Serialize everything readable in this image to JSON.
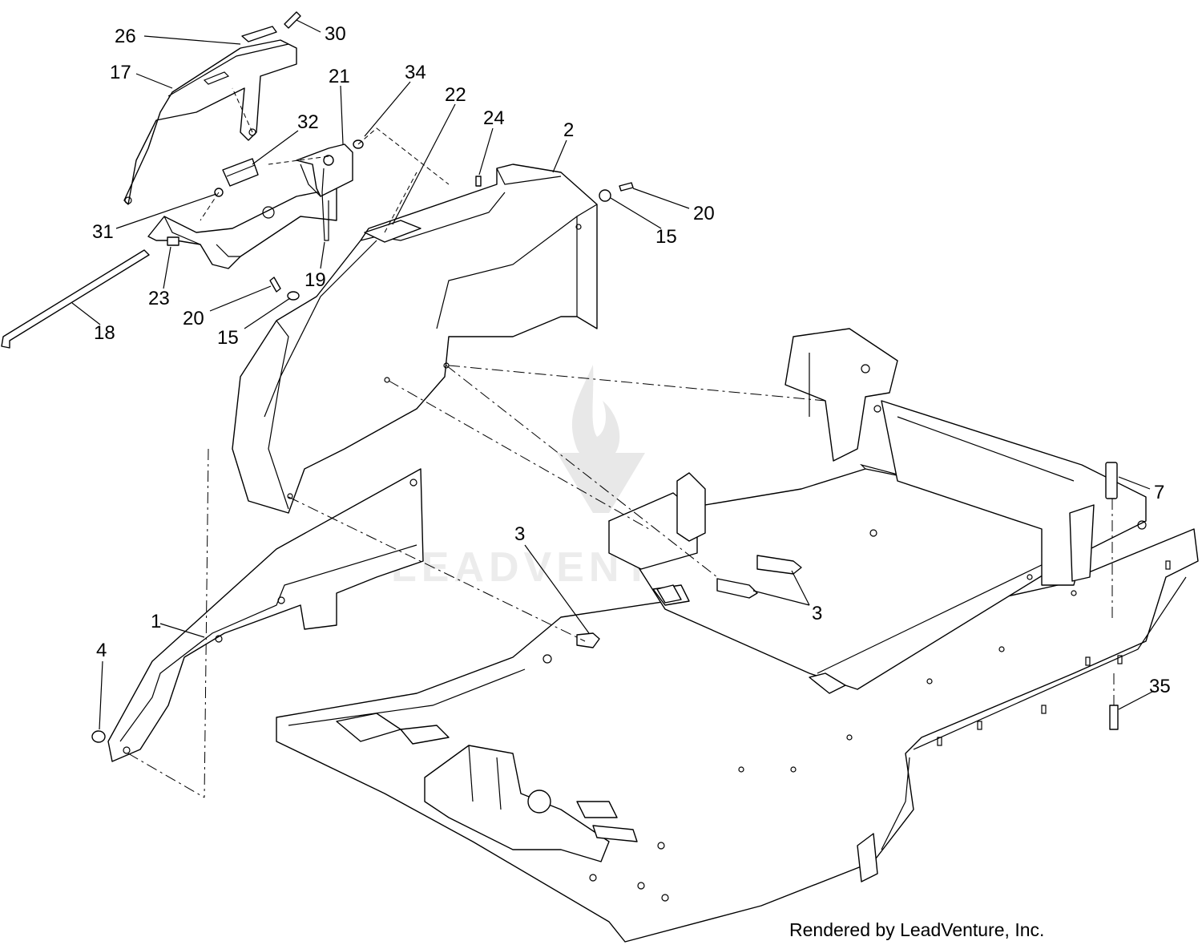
{
  "watermark": {
    "text": "LEADVENTURE"
  },
  "credit": {
    "text": "Rendered by LeadVenture, Inc."
  },
  "callouts": [
    {
      "id": "c26",
      "label": "26"
    },
    {
      "id": "c30",
      "label": "30"
    },
    {
      "id": "c17",
      "label": "17"
    },
    {
      "id": "c21",
      "label": "21"
    },
    {
      "id": "c34",
      "label": "34"
    },
    {
      "id": "c22",
      "label": "22"
    },
    {
      "id": "c24",
      "label": "24"
    },
    {
      "id": "c2",
      "label": "2"
    },
    {
      "id": "c32",
      "label": "32"
    },
    {
      "id": "c20a",
      "label": "20"
    },
    {
      "id": "c15a",
      "label": "15"
    },
    {
      "id": "c31",
      "label": "31"
    },
    {
      "id": "c19",
      "label": "19"
    },
    {
      "id": "c23",
      "label": "23"
    },
    {
      "id": "c20b",
      "label": "20"
    },
    {
      "id": "c15b",
      "label": "15"
    },
    {
      "id": "c18",
      "label": "18"
    },
    {
      "id": "c3a",
      "label": "3"
    },
    {
      "id": "c7",
      "label": "7"
    },
    {
      "id": "c3b",
      "label": "3"
    },
    {
      "id": "c1",
      "label": "1"
    },
    {
      "id": "c4",
      "label": "4"
    },
    {
      "id": "c35",
      "label": "35"
    }
  ]
}
